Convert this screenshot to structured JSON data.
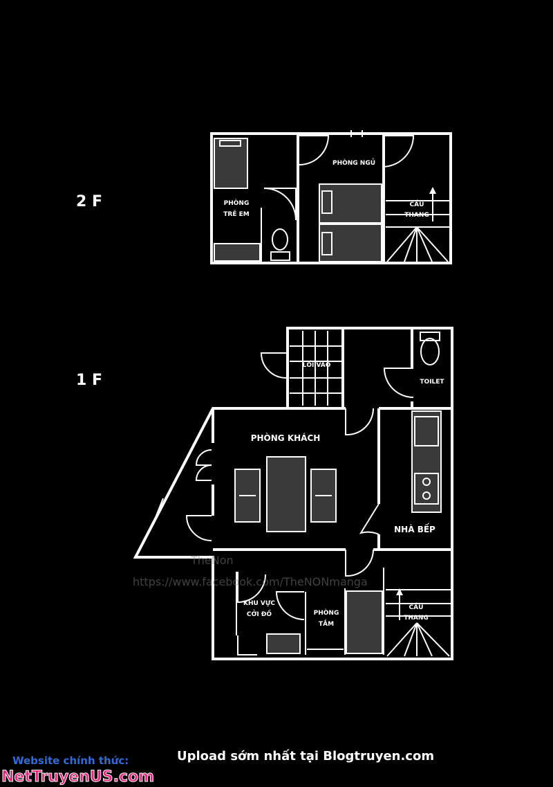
{
  "floors": {
    "second": "2 F",
    "first": "1 F"
  },
  "rooms_2f": {
    "bedroom": "PHÒNG NGỦ",
    "kids_line1": "PHÒNG",
    "kids_line2": "TRẺ EM",
    "stairs_line1": "CẦU",
    "stairs_line2": "THANG"
  },
  "rooms_1f": {
    "entrance": "LỐI VÀO",
    "toilet": "TOILET",
    "living": "PHÒNG KHÁCH",
    "kitchen": "NHÀ BẾP",
    "laundry_line1": "KHU VỰC",
    "laundry_line2": "CỞI ĐỒ",
    "bath_line1": "PHÒNG",
    "bath_line2": "TẮM",
    "stairs_line1": "CẦU",
    "stairs_line2": "THANG"
  },
  "watermark": {
    "brand": "TheNon",
    "url": "https://www.facebook.com/TheNONmanga"
  },
  "credits": {
    "site_label": "Website chính thức:",
    "site_name": "NetTruyenUS.com",
    "upload": "Upload sớm nhất tại Blogtruyen.com"
  },
  "colors": {
    "background": "#000000",
    "walls": "#ffffff",
    "site_label": "#2f6cd6",
    "site_name": "#e8257d"
  }
}
